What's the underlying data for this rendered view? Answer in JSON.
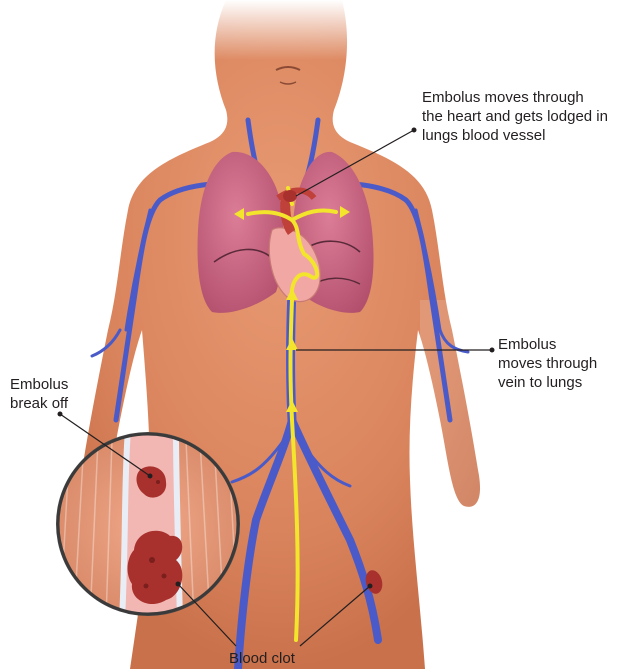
{
  "labels": {
    "heart_lungs": {
      "line1": "Embolus moves through",
      "line2": "the heart and gets lodged in",
      "line3": "lungs blood vessel"
    },
    "vein": {
      "line1": "Embolus",
      "line2": "moves through",
      "line3": "vein to lungs"
    },
    "break_off": {
      "line1": "Embolus",
      "line2": "break off"
    },
    "blood_clot": "Blood clot"
  },
  "colors": {
    "skin": "#e0916a",
    "lungs": "#c9637f",
    "veins": "#4a5bc9",
    "flow_arrows": "#f2e52b",
    "clot": "#a8312e",
    "leader_lines": "#231f20"
  }
}
